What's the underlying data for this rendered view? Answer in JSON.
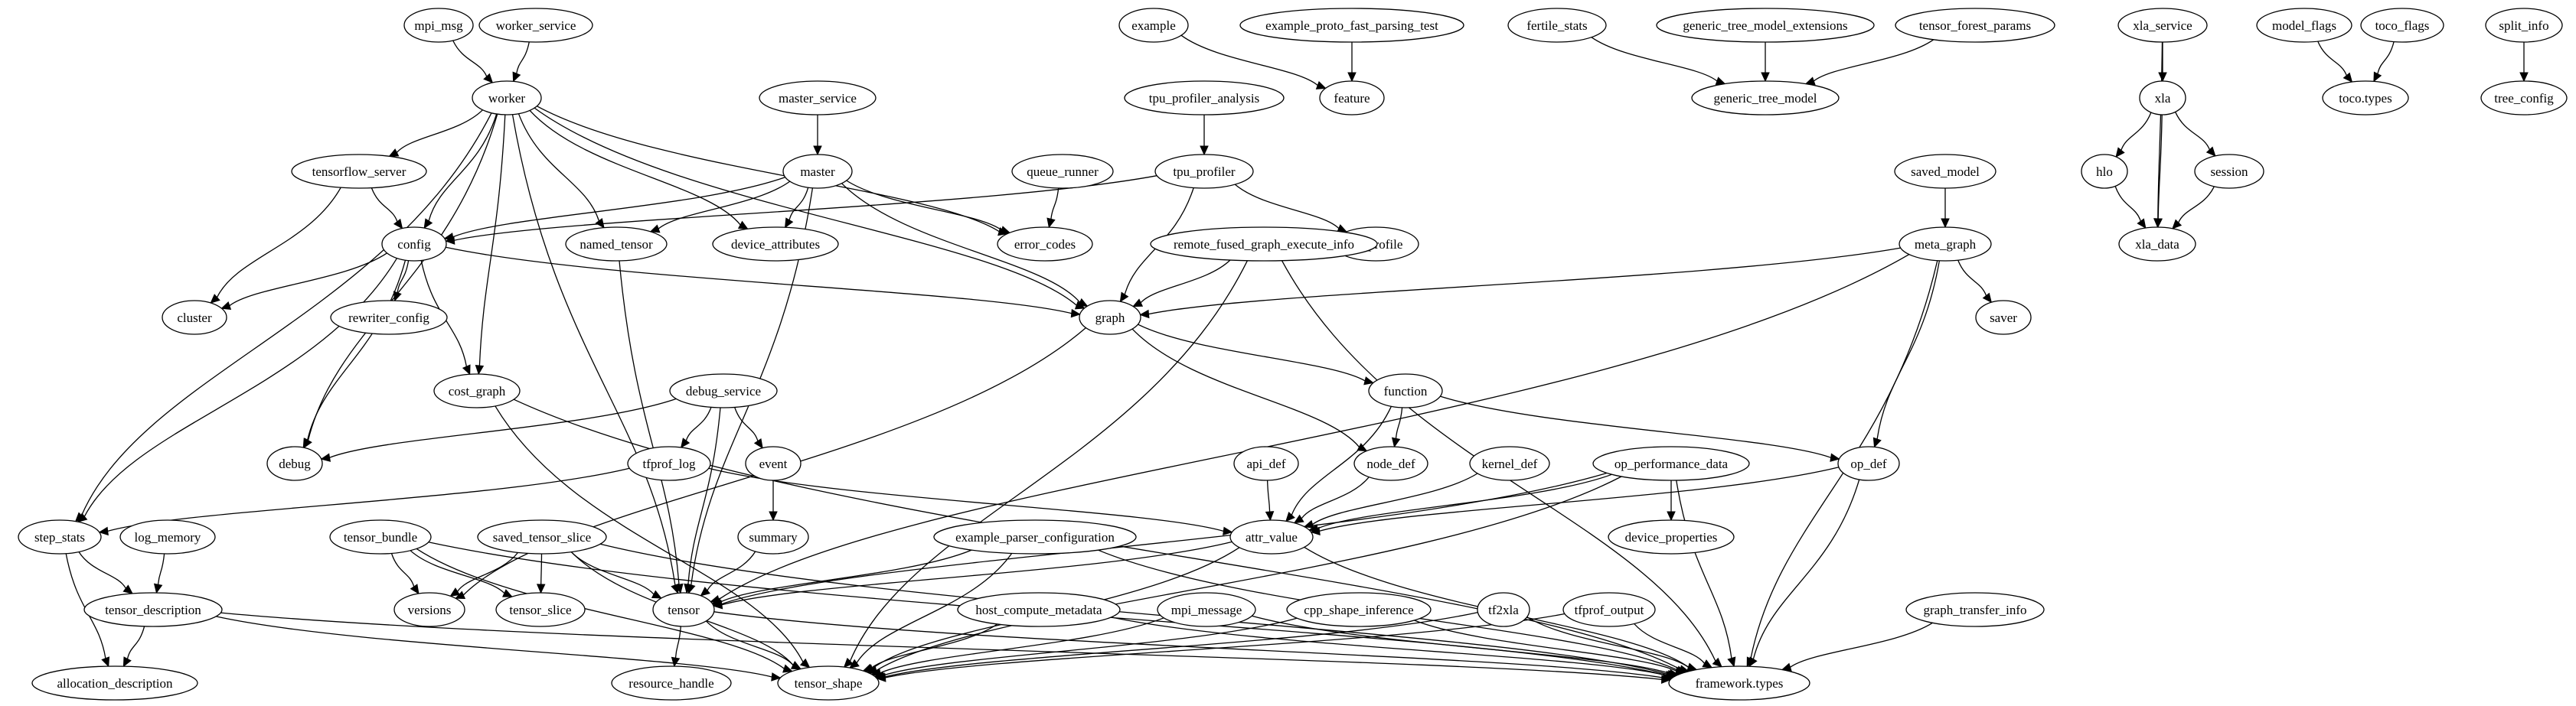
{
  "graph": {
    "style": {
      "node_fill": "#ffffff",
      "stroke": "#000000",
      "text": "#000000"
    },
    "nodes": [
      {
        "id": "mpi_msg",
        "label": "mpi_msg"
      },
      {
        "id": "worker_service",
        "label": "worker_service"
      },
      {
        "id": "worker",
        "label": "worker"
      },
      {
        "id": "master_service",
        "label": "master_service"
      },
      {
        "id": "master",
        "label": "master"
      },
      {
        "id": "tensorflow_server",
        "label": "tensorflow_server"
      },
      {
        "id": "config",
        "label": "config"
      },
      {
        "id": "named_tensor",
        "label": "named_tensor"
      },
      {
        "id": "device_attributes",
        "label": "device_attributes"
      },
      {
        "id": "error_codes",
        "label": "error_codes"
      },
      {
        "id": "queue_runner",
        "label": "queue_runner"
      },
      {
        "id": "tpu_profiler_analysis",
        "label": "tpu_profiler_analysis"
      },
      {
        "id": "tpu_profiler",
        "label": "tpu_profiler"
      },
      {
        "id": "op_profile",
        "label": "op_profile"
      },
      {
        "id": "example",
        "label": "example"
      },
      {
        "id": "example_proto_fast_parsing_test",
        "label": "example_proto_fast_parsing_test"
      },
      {
        "id": "feature",
        "label": "feature"
      },
      {
        "id": "fertile_stats",
        "label": "fertile_stats"
      },
      {
        "id": "generic_tree_model_extensions",
        "label": "generic_tree_model_extensions"
      },
      {
        "id": "tensor_forest_params",
        "label": "tensor_forest_params"
      },
      {
        "id": "generic_tree_model",
        "label": "generic_tree_model"
      },
      {
        "id": "xla_service",
        "label": "xla_service"
      },
      {
        "id": "xla",
        "label": "xla"
      },
      {
        "id": "hlo",
        "label": "hlo"
      },
      {
        "id": "session",
        "label": "session"
      },
      {
        "id": "xla_data",
        "label": "xla_data"
      },
      {
        "id": "model_flags",
        "label": "model_flags"
      },
      {
        "id": "toco_flags",
        "label": "toco_flags"
      },
      {
        "id": "toco_types",
        "label": "toco.types"
      },
      {
        "id": "split_info",
        "label": "split_info"
      },
      {
        "id": "tree_config",
        "label": "tree_config"
      },
      {
        "id": "saved_model",
        "label": "saved_model"
      },
      {
        "id": "meta_graph",
        "label": "meta_graph"
      },
      {
        "id": "saver",
        "label": "saver"
      },
      {
        "id": "cluster",
        "label": "cluster"
      },
      {
        "id": "rewriter_config",
        "label": "rewriter_config"
      },
      {
        "id": "remote_fused_graph_execute_info",
        "label": "remote_fused_graph_execute_info"
      },
      {
        "id": "graph",
        "label": "graph"
      },
      {
        "id": "cost_graph",
        "label": "cost_graph"
      },
      {
        "id": "debug_service",
        "label": "debug_service"
      },
      {
        "id": "function",
        "label": "function"
      },
      {
        "id": "debug",
        "label": "debug"
      },
      {
        "id": "tfprof_log",
        "label": "tfprof_log"
      },
      {
        "id": "event",
        "label": "event"
      },
      {
        "id": "api_def",
        "label": "api_def"
      },
      {
        "id": "node_def",
        "label": "node_def"
      },
      {
        "id": "kernel_def",
        "label": "kernel_def"
      },
      {
        "id": "op_performance_data",
        "label": "op_performance_data"
      },
      {
        "id": "op_def",
        "label": "op_def"
      },
      {
        "id": "step_stats",
        "label": "step_stats"
      },
      {
        "id": "log_memory",
        "label": "log_memory"
      },
      {
        "id": "tensor_bundle",
        "label": "tensor_bundle"
      },
      {
        "id": "saved_tensor_slice",
        "label": "saved_tensor_slice"
      },
      {
        "id": "summary",
        "label": "summary"
      },
      {
        "id": "example_parser_configuration",
        "label": "example_parser_configuration"
      },
      {
        "id": "attr_value",
        "label": "attr_value"
      },
      {
        "id": "device_properties",
        "label": "device_properties"
      },
      {
        "id": "tensor_description",
        "label": "tensor_description"
      },
      {
        "id": "versions",
        "label": "versions"
      },
      {
        "id": "tensor_slice",
        "label": "tensor_slice"
      },
      {
        "id": "tensor",
        "label": "tensor"
      },
      {
        "id": "host_compute_metadata",
        "label": "host_compute_metadata"
      },
      {
        "id": "mpi_message",
        "label": "mpi_message"
      },
      {
        "id": "cpp_shape_inference",
        "label": "cpp_shape_inference"
      },
      {
        "id": "tf2xla",
        "label": "tf2xla"
      },
      {
        "id": "tfprof_output",
        "label": "tfprof_output"
      },
      {
        "id": "graph_transfer_info",
        "label": "graph_transfer_info"
      },
      {
        "id": "allocation_description",
        "label": "allocation_description"
      },
      {
        "id": "resource_handle",
        "label": "resource_handle"
      },
      {
        "id": "tensor_shape",
        "label": "tensor_shape"
      },
      {
        "id": "framework_types",
        "label": "framework.types"
      }
    ],
    "edges": [
      [
        "mpi_msg",
        "worker"
      ],
      [
        "worker_service",
        "worker"
      ],
      [
        "worker",
        "tensorflow_server"
      ],
      [
        "worker",
        "config"
      ],
      [
        "worker",
        "named_tensor"
      ],
      [
        "worker",
        "device_attributes"
      ],
      [
        "worker",
        "error_codes"
      ],
      [
        "worker",
        "graph"
      ],
      [
        "worker",
        "cost_graph"
      ],
      [
        "worker",
        "debug"
      ],
      [
        "worker",
        "step_stats"
      ],
      [
        "worker",
        "tensor"
      ],
      [
        "master_service",
        "master"
      ],
      [
        "master",
        "config"
      ],
      [
        "master",
        "named_tensor"
      ],
      [
        "master",
        "device_attributes"
      ],
      [
        "master",
        "error_codes"
      ],
      [
        "master",
        "graph"
      ],
      [
        "master",
        "tensor"
      ],
      [
        "queue_runner",
        "error_codes"
      ],
      [
        "tensorflow_server",
        "config"
      ],
      [
        "tensorflow_server",
        "cluster"
      ],
      [
        "tpu_profiler_analysis",
        "tpu_profiler"
      ],
      [
        "tpu_profiler",
        "config"
      ],
      [
        "tpu_profiler",
        "graph"
      ],
      [
        "tpu_profiler",
        "op_profile"
      ],
      [
        "example",
        "feature"
      ],
      [
        "example_proto_fast_parsing_test",
        "feature"
      ],
      [
        "fertile_stats",
        "generic_tree_model"
      ],
      [
        "generic_tree_model_extensions",
        "generic_tree_model"
      ],
      [
        "tensor_forest_params",
        "generic_tree_model"
      ],
      [
        "xla_service",
        "xla"
      ],
      [
        "xla_service",
        "xla_data"
      ],
      [
        "xla",
        "hlo"
      ],
      [
        "xla",
        "session"
      ],
      [
        "xla",
        "xla_data"
      ],
      [
        "hlo",
        "xla_data"
      ],
      [
        "session",
        "xla_data"
      ],
      [
        "model_flags",
        "toco_types"
      ],
      [
        "toco_flags",
        "toco_types"
      ],
      [
        "split_info",
        "tree_config"
      ],
      [
        "saved_model",
        "meta_graph"
      ],
      [
        "meta_graph",
        "graph"
      ],
      [
        "meta_graph",
        "saver"
      ],
      [
        "meta_graph",
        "op_def"
      ],
      [
        "meta_graph",
        "tensor"
      ],
      [
        "meta_graph",
        "framework_types"
      ],
      [
        "config",
        "cluster"
      ],
      [
        "config",
        "rewriter_config"
      ],
      [
        "config",
        "graph"
      ],
      [
        "config",
        "cost_graph"
      ],
      [
        "config",
        "debug"
      ],
      [
        "config",
        "step_stats"
      ],
      [
        "remote_fused_graph_execute_info",
        "graph"
      ],
      [
        "remote_fused_graph_execute_info",
        "tensor_shape"
      ],
      [
        "remote_fused_graph_execute_info",
        "framework_types"
      ],
      [
        "named_tensor",
        "tensor"
      ],
      [
        "graph",
        "function"
      ],
      [
        "graph",
        "node_def"
      ],
      [
        "graph",
        "versions"
      ],
      [
        "function",
        "node_def"
      ],
      [
        "function",
        "op_def"
      ],
      [
        "function",
        "attr_value"
      ],
      [
        "cost_graph",
        "tensor_shape"
      ],
      [
        "cost_graph",
        "framework_types"
      ],
      [
        "debug_service",
        "debug"
      ],
      [
        "debug_service",
        "tfprof_log"
      ],
      [
        "debug_service",
        "event"
      ],
      [
        "debug_service",
        "tensor"
      ],
      [
        "tfprof_log",
        "step_stats"
      ],
      [
        "tfprof_log",
        "attr_value"
      ],
      [
        "event",
        "summary"
      ],
      [
        "summary",
        "tensor"
      ],
      [
        "api_def",
        "attr_value"
      ],
      [
        "node_def",
        "attr_value"
      ],
      [
        "kernel_def",
        "attr_value"
      ],
      [
        "op_def",
        "attr_value"
      ],
      [
        "op_def",
        "framework_types"
      ],
      [
        "op_performance_data",
        "attr_value"
      ],
      [
        "op_performance_data",
        "device_properties"
      ],
      [
        "op_performance_data",
        "tensor"
      ],
      [
        "op_performance_data",
        "tensor_shape"
      ],
      [
        "op_performance_data",
        "framework_types"
      ],
      [
        "step_stats",
        "tensor_description"
      ],
      [
        "step_stats",
        "allocation_description"
      ],
      [
        "log_memory",
        "tensor_description"
      ],
      [
        "tensor_bundle",
        "versions"
      ],
      [
        "tensor_bundle",
        "tensor_slice"
      ],
      [
        "tensor_bundle",
        "tensor_shape"
      ],
      [
        "tensor_bundle",
        "framework_types"
      ],
      [
        "saved_tensor_slice",
        "versions"
      ],
      [
        "saved_tensor_slice",
        "tensor_slice"
      ],
      [
        "saved_tensor_slice",
        "tensor"
      ],
      [
        "saved_tensor_slice",
        "tensor_shape"
      ],
      [
        "saved_tensor_slice",
        "framework_types"
      ],
      [
        "example_parser_configuration",
        "tensor"
      ],
      [
        "example_parser_configuration",
        "tensor_shape"
      ],
      [
        "example_parser_configuration",
        "framework_types"
      ],
      [
        "attr_value",
        "tensor"
      ],
      [
        "attr_value",
        "tensor_shape"
      ],
      [
        "attr_value",
        "framework_types"
      ],
      [
        "tensor_description",
        "allocation_description"
      ],
      [
        "tensor_description",
        "tensor_shape"
      ],
      [
        "tensor_description",
        "framework_types"
      ],
      [
        "tensor",
        "resource_handle"
      ],
      [
        "tensor",
        "tensor_shape"
      ],
      [
        "tensor",
        "framework_types"
      ],
      [
        "host_compute_metadata",
        "tensor_shape"
      ],
      [
        "host_compute_metadata",
        "framework_types"
      ],
      [
        "mpi_message",
        "tensor_shape"
      ],
      [
        "mpi_message",
        "framework_types"
      ],
      [
        "cpp_shape_inference",
        "tensor_shape"
      ],
      [
        "cpp_shape_inference",
        "framework_types"
      ],
      [
        "tf2xla",
        "tensor_shape"
      ],
      [
        "tf2xla",
        "framework_types"
      ],
      [
        "tfprof_output",
        "tensor_shape"
      ],
      [
        "tfprof_output",
        "framework_types"
      ],
      [
        "graph_transfer_info",
        "framework_types"
      ]
    ]
  }
}
